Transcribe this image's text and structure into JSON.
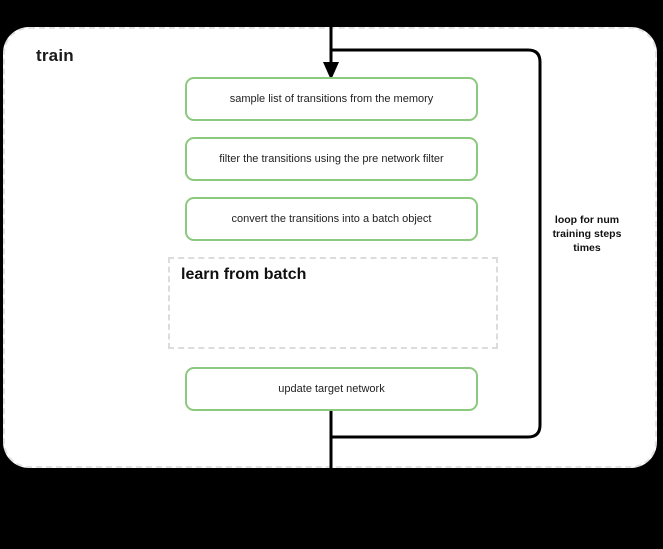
{
  "diagram": {
    "title": "train",
    "background_color": "#000000",
    "canvas_color": "#ffffff",
    "accent_color": "#8cc97e",
    "dashed_border_color": "#e2e2e2",
    "line_color": "#000000"
  },
  "steps": [
    {
      "id": "sample",
      "label": "sample list of transitions from the memory"
    },
    {
      "id": "filter",
      "label": "filter the transitions using the pre network filter"
    },
    {
      "id": "convert",
      "label": "convert the transitions into a batch object"
    },
    {
      "id": "update",
      "label": "update target network"
    }
  ],
  "group": {
    "label": "learn from batch"
  },
  "loop": {
    "label": "loop for num training steps times"
  }
}
